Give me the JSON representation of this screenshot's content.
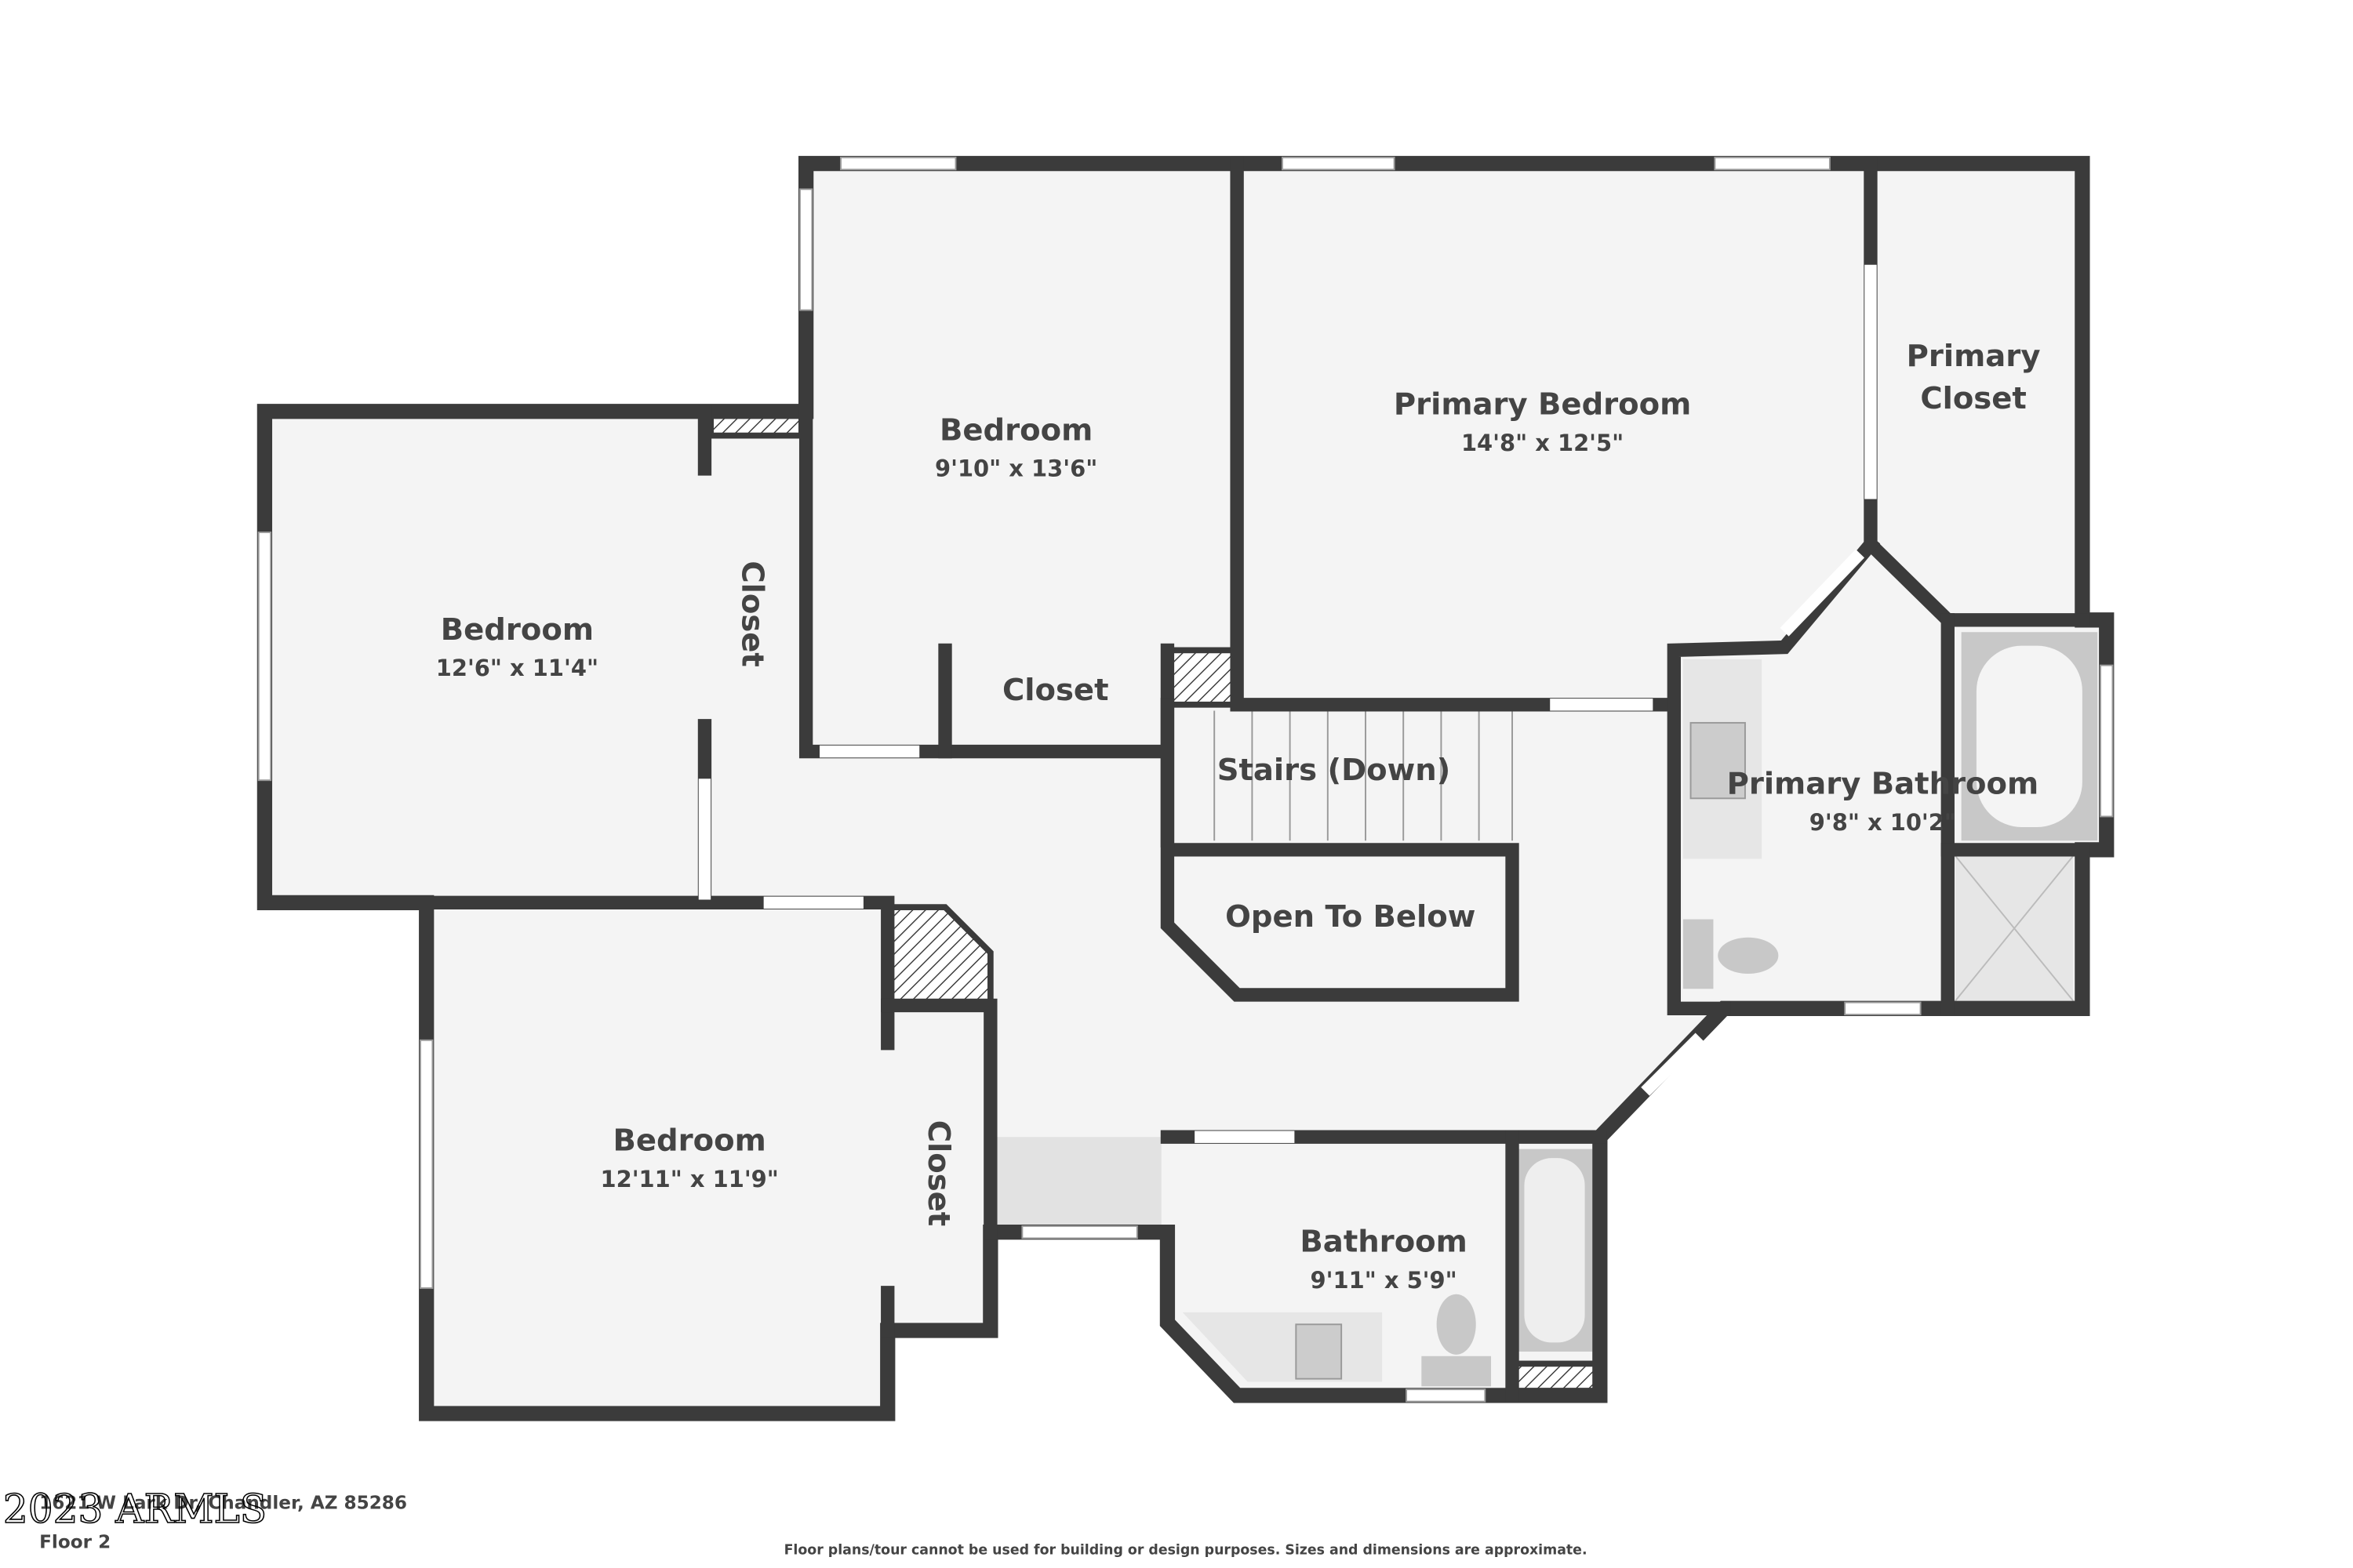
{
  "rooms": [
    {
      "name": "Bedroom",
      "dims": "12'6\" x 11'4\""
    },
    {
      "name": "Bedroom",
      "dims": "9'10\" x 13'6\""
    },
    {
      "name": "Primary Bedroom",
      "dims": "14'8\" x 12'5\""
    },
    {
      "name": "Primary",
      "name2": "Closet"
    },
    {
      "name": "Closet"
    },
    {
      "name": "Closet"
    },
    {
      "name": "Stairs (Down)"
    },
    {
      "name": "Open To Below"
    },
    {
      "name": "Primary Bathroom",
      "dims": "9'8\" x 10'2\""
    },
    {
      "name": "Bedroom",
      "dims": "12'11\" x 11'9\""
    },
    {
      "name": "Closet"
    },
    {
      "name": "Bathroom",
      "dims": "9'11\" x 5'9\""
    }
  ],
  "footer": {
    "address": "1621 W Lark Dr, Chandler, AZ 85286",
    "floor": "Floor 2",
    "disclaimer": "Floor plans/tour cannot be used for building or design purposes. Sizes and dimensions are approximate.",
    "watermark": "2023 ARMLS"
  },
  "colors": {
    "wall": "#3b3b3b",
    "floor": "#f4f4f4",
    "fixture": "#c8c8c8"
  }
}
